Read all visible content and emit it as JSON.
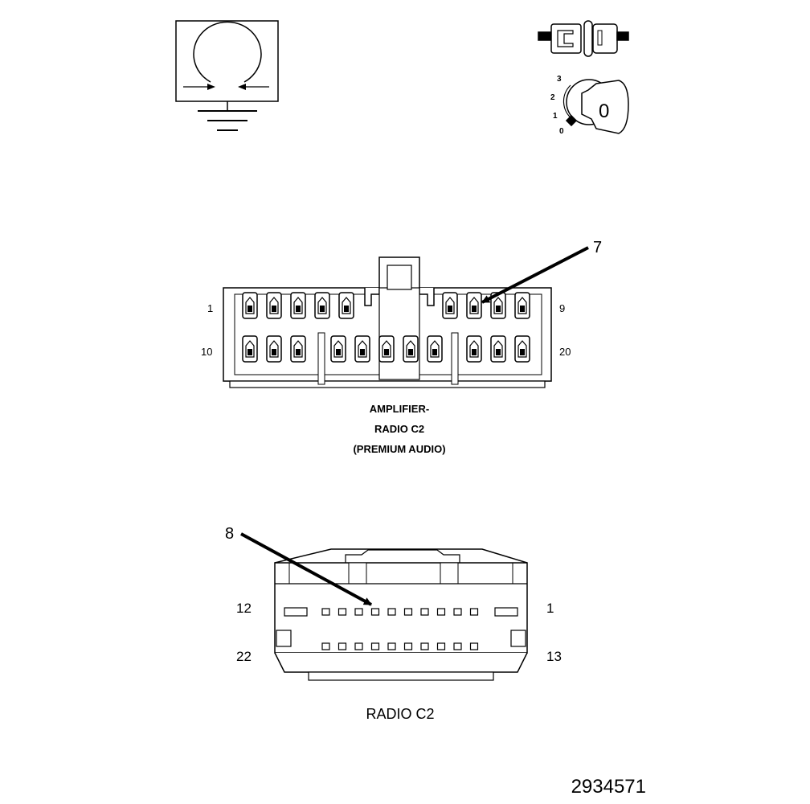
{
  "ignition": {
    "positions": [
      "3",
      "2",
      "1",
      "0"
    ],
    "key_symbol": "0"
  },
  "amplifier_connector": {
    "callout": "7",
    "pin_labels": {
      "top_left": "1",
      "top_right": "9",
      "bottom_left": "10",
      "bottom_right": "20"
    },
    "caption": [
      "AMPLIFIER-",
      "RADIO C2",
      "(PREMIUM AUDIO)"
    ]
  },
  "radio_connector": {
    "callout": "8",
    "pin_labels": {
      "top_left": "12",
      "top_right": "1",
      "bottom_left": "22",
      "bottom_right": "13"
    },
    "caption": "RADIO C2"
  },
  "figure_number": "2934571"
}
